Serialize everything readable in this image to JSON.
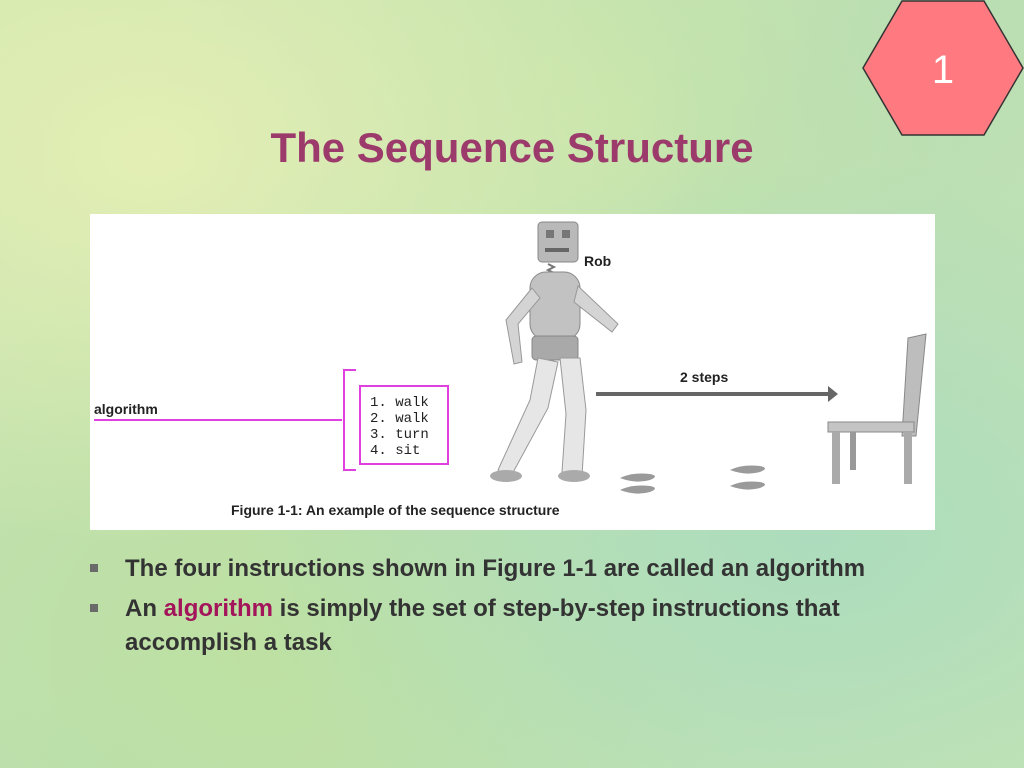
{
  "slide": {
    "number": "1",
    "title": "The Sequence Structure"
  },
  "figure": {
    "robot_label": "Rob",
    "algorithm_label": "algorithm",
    "steps": [
      "1. walk",
      "2. walk",
      "3. turn",
      "4. sit"
    ],
    "distance_label": "2 steps",
    "caption": "Figure 1-1:  An example of the sequence structure"
  },
  "bullets": [
    {
      "text": "The four instructions shown in Figure 1-1 are called an algorithm"
    },
    {
      "before": "An ",
      "highlight": "algorithm",
      "after": " is simply the set of step-by-step instructions that accomplish a task"
    }
  ],
  "colors": {
    "title": "#9b3a6b",
    "badge_fill": "#ff7a80",
    "highlight": "#a3145a",
    "bracket": "#e040e0"
  }
}
